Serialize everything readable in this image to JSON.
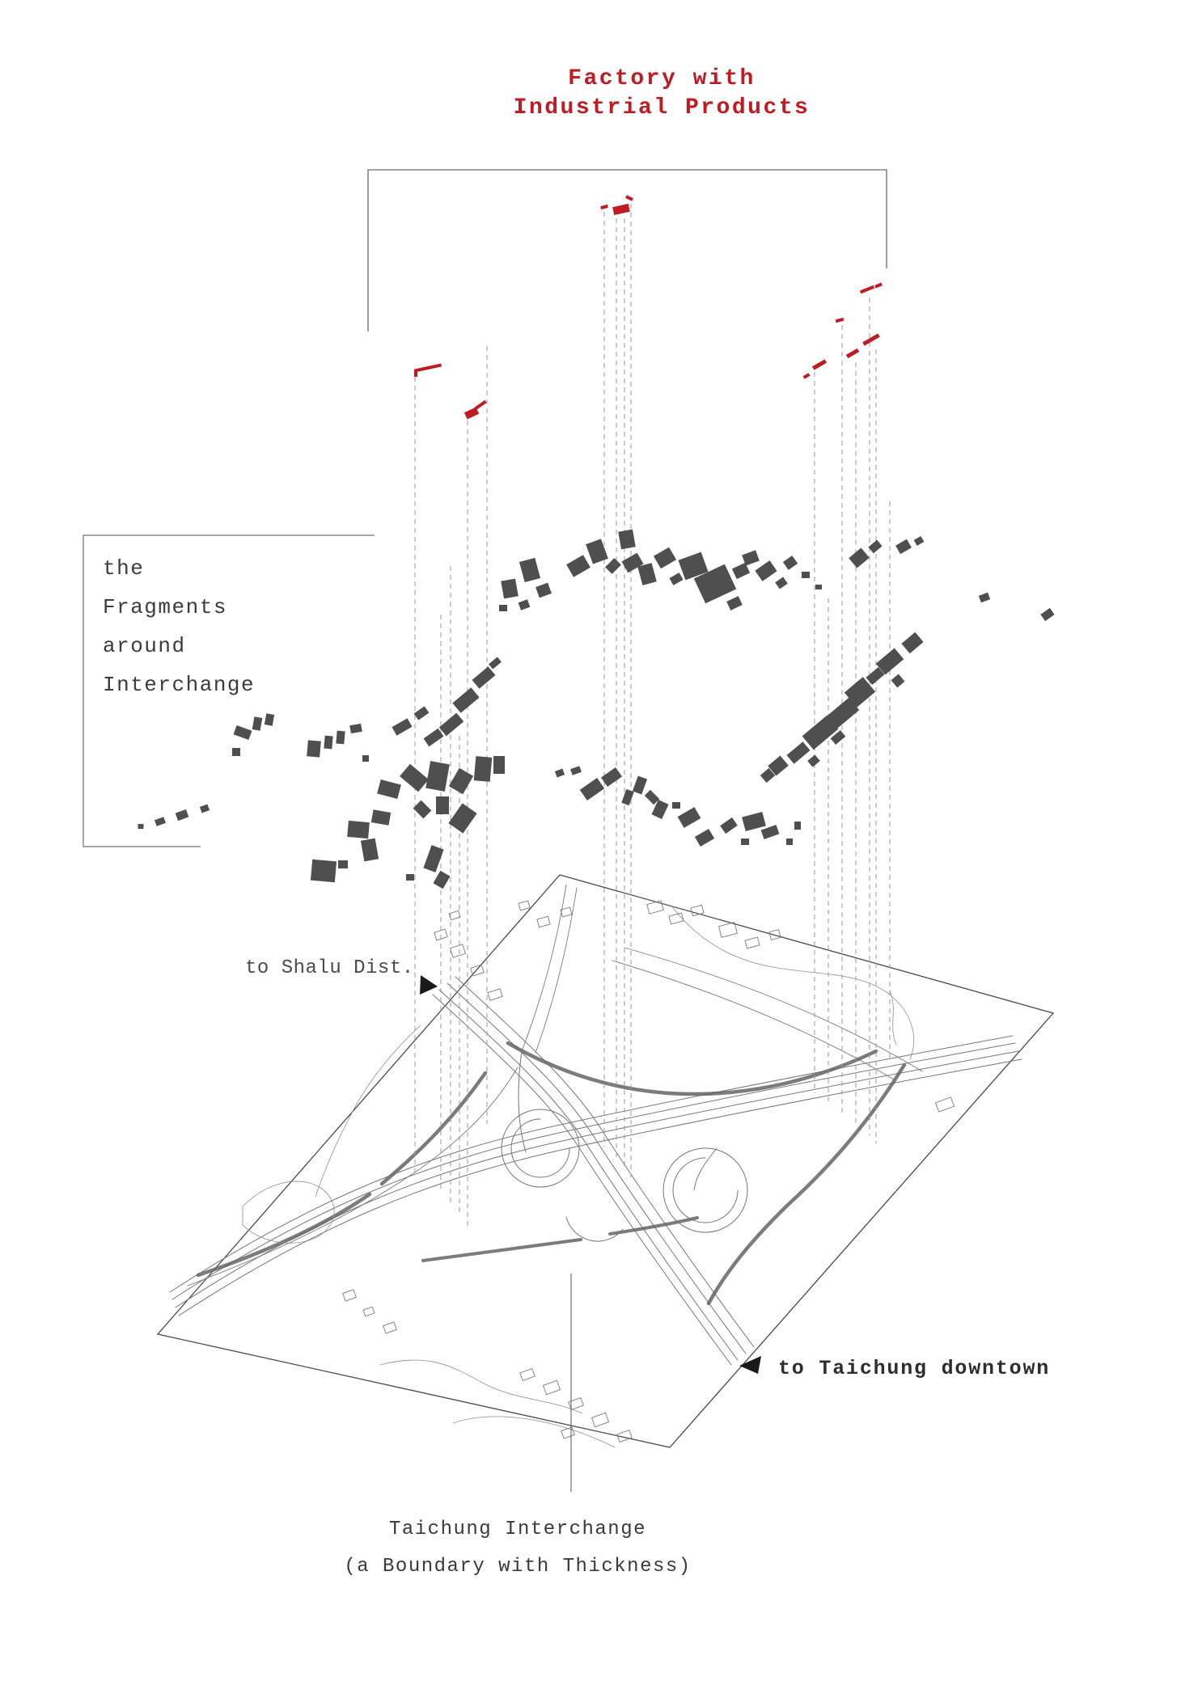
{
  "title": {
    "line1": "Factory with",
    "line2": "Industrial Products"
  },
  "left_label": {
    "lines": [
      "the",
      "Fragments",
      "around",
      "Interchange"
    ]
  },
  "map_labels": {
    "shalu": "to Shalu Dist.",
    "downtown": "to Taichung downtown"
  },
  "caption": {
    "line1": "Taichung Interchange",
    "line2": "(a Boundary with Thickness)"
  },
  "colors": {
    "red": "#bf1b23",
    "fragment": "#4f4f4f",
    "dash": "#9a9a9a",
    "map_line": "#6f6f6f",
    "map_thick": "#656565",
    "text": "#3c3c3c"
  },
  "diagram": {
    "red_marks": [
      [
        529,
        455,
        34,
        4,
        -12
      ],
      [
        514,
        462,
        4,
        8,
        0
      ],
      [
        583,
        511,
        16,
        9,
        -25
      ],
      [
        594,
        501,
        16,
        4,
        -35
      ],
      [
        747,
        256,
        9,
        4,
        -15
      ],
      [
        768,
        259,
        20,
        10,
        -12
      ],
      [
        778,
        245,
        9,
        4,
        25
      ],
      [
        1072,
        358,
        18,
        4,
        -22
      ],
      [
        1086,
        353,
        9,
        4,
        -22
      ],
      [
        1038,
        396,
        10,
        4,
        -15
      ],
      [
        1077,
        420,
        22,
        5,
        -30
      ],
      [
        1054,
        437,
        16,
        5,
        -30
      ],
      [
        1013,
        451,
        18,
        5,
        -30
      ],
      [
        997,
        465,
        8,
        4,
        -30
      ]
    ],
    "drop_lines": [
      [
        513,
        466,
        1452
      ],
      [
        545,
        760,
        1470
      ],
      [
        557,
        700,
        1488
      ],
      [
        568,
        910,
        1502
      ],
      [
        578,
        520,
        1516
      ],
      [
        602,
        428,
        1390
      ],
      [
        747,
        262,
        1418
      ],
      [
        762,
        270,
        1432
      ],
      [
        772,
        270,
        1444
      ],
      [
        780,
        252,
        1456
      ],
      [
        1007,
        460,
        1352
      ],
      [
        1024,
        740,
        1366
      ],
      [
        1041,
        402,
        1378
      ],
      [
        1058,
        448,
        1392
      ],
      [
        1075,
        368,
        1404
      ],
      [
        1083,
        432,
        1414
      ],
      [
        1100,
        620,
        1310
      ]
    ],
    "fragments": [
      [
        715,
        700,
        24,
        18,
        -30
      ],
      [
        738,
        682,
        20,
        26,
        -20
      ],
      [
        758,
        700,
        16,
        12,
        -45
      ],
      [
        775,
        667,
        18,
        22,
        -10
      ],
      [
        782,
        696,
        22,
        16,
        -30
      ],
      [
        800,
        710,
        18,
        24,
        -15
      ],
      [
        822,
        690,
        22,
        18,
        -30
      ],
      [
        836,
        716,
        14,
        10,
        -30
      ],
      [
        857,
        700,
        30,
        26,
        -20
      ],
      [
        884,
        722,
        42,
        34,
        -25
      ],
      [
        908,
        746,
        16,
        12,
        -25
      ],
      [
        916,
        706,
        18,
        14,
        -25
      ],
      [
        928,
        690,
        18,
        14,
        -20
      ],
      [
        947,
        706,
        22,
        16,
        -35
      ],
      [
        966,
        721,
        12,
        10,
        -35
      ],
      [
        977,
        696,
        14,
        12,
        -35
      ],
      [
        996,
        711,
        10,
        8,
        0
      ],
      [
        1012,
        726,
        8,
        6,
        0
      ],
      [
        1062,
        690,
        20,
        16,
        -40
      ],
      [
        1082,
        676,
        14,
        10,
        -40
      ],
      [
        1117,
        676,
        16,
        12,
        -30
      ],
      [
        1136,
        669,
        10,
        8,
        -30
      ],
      [
        1217,
        739,
        12,
        9,
        -20
      ],
      [
        1295,
        760,
        14,
        10,
        -35
      ],
      [
        1128,
        795,
        22,
        16,
        -40
      ],
      [
        1100,
        818,
        30,
        18,
        -40
      ],
      [
        1110,
        842,
        12,
        12,
        -40
      ],
      [
        1082,
        836,
        20,
        12,
        -40
      ],
      [
        1063,
        856,
        30,
        24,
        -40
      ],
      [
        1042,
        882,
        36,
        20,
        -40
      ],
      [
        1036,
        912,
        16,
        10,
        -40
      ],
      [
        1014,
        906,
        40,
        22,
        -40
      ],
      [
        1006,
        941,
        12,
        10,
        -40
      ],
      [
        987,
        931,
        26,
        14,
        -40
      ],
      [
        962,
        947,
        20,
        16,
        -40
      ],
      [
        949,
        959,
        14,
        12,
        -40
      ],
      [
        630,
        728,
        18,
        22,
        -10
      ],
      [
        655,
        705,
        20,
        26,
        -15
      ],
      [
        672,
        730,
        16,
        14,
        -20
      ],
      [
        648,
        748,
        12,
        10,
        -20
      ],
      [
        622,
        752,
        10,
        8,
        0
      ],
      [
        612,
        820,
        14,
        8,
        -40
      ],
      [
        598,
        838,
        26,
        14,
        -40
      ],
      [
        576,
        866,
        30,
        16,
        -40
      ],
      [
        558,
        896,
        28,
        14,
        -40
      ],
      [
        536,
        912,
        22,
        12,
        -35
      ],
      [
        497,
        899,
        22,
        12,
        -30
      ],
      [
        521,
        882,
        16,
        10,
        -35
      ],
      [
        300,
        906,
        20,
        12,
        20
      ],
      [
        318,
        895,
        10,
        16,
        10
      ],
      [
        333,
        890,
        10,
        14,
        10
      ],
      [
        292,
        930,
        10,
        10,
        0
      ],
      [
        388,
        926,
        16,
        20,
        5
      ],
      [
        406,
        918,
        10,
        16,
        5
      ],
      [
        421,
        912,
        10,
        16,
        5
      ],
      [
        440,
        901,
        14,
        10,
        -10
      ],
      [
        452,
        938,
        8,
        8,
        0
      ],
      [
        198,
        1016,
        12,
        8,
        -20
      ],
      [
        225,
        1008,
        14,
        10,
        -20
      ],
      [
        253,
        1000,
        10,
        8,
        -20
      ],
      [
        174,
        1022,
        7,
        6,
        0
      ],
      [
        481,
        976,
        26,
        18,
        15
      ],
      [
        512,
        962,
        30,
        20,
        40
      ],
      [
        541,
        960,
        24,
        34,
        10
      ],
      [
        570,
        966,
        20,
        26,
        30
      ],
      [
        547,
        996,
        16,
        22,
        0
      ],
      [
        522,
        1001,
        18,
        14,
        45
      ],
      [
        572,
        1012,
        22,
        30,
        35
      ],
      [
        597,
        951,
        20,
        30,
        5
      ],
      [
        617,
        946,
        14,
        22,
        0
      ],
      [
        471,
        1011,
        22,
        16,
        10
      ],
      [
        443,
        1026,
        26,
        20,
        5
      ],
      [
        457,
        1051,
        18,
        26,
        -10
      ],
      [
        536,
        1062,
        16,
        30,
        20
      ],
      [
        546,
        1088,
        14,
        18,
        30
      ],
      [
        400,
        1077,
        30,
        26,
        5
      ],
      [
        424,
        1069,
        12,
        10,
        0
      ],
      [
        507,
        1085,
        10,
        8,
        0
      ],
      [
        692,
        956,
        10,
        8,
        -20
      ],
      [
        712,
        953,
        12,
        8,
        -20
      ],
      [
        732,
        976,
        26,
        16,
        -35
      ],
      [
        756,
        961,
        22,
        14,
        -35
      ],
      [
        776,
        986,
        10,
        18,
        20
      ],
      [
        791,
        971,
        12,
        20,
        20
      ],
      [
        806,
        986,
        16,
        10,
        45
      ],
      [
        816,
        1001,
        14,
        20,
        25
      ],
      [
        836,
        996,
        10,
        8,
        0
      ],
      [
        852,
        1011,
        24,
        16,
        -30
      ],
      [
        871,
        1036,
        20,
        14,
        -30
      ],
      [
        901,
        1021,
        18,
        12,
        -35
      ],
      [
        921,
        1041,
        10,
        8,
        0
      ],
      [
        932,
        1016,
        26,
        18,
        -15
      ],
      [
        952,
        1029,
        20,
        12,
        -20
      ],
      [
        976,
        1041,
        8,
        8,
        0
      ],
      [
        986,
        1021,
        8,
        10,
        0
      ]
    ],
    "map_buildings": [
      [
        810,
        1122,
        18,
        12,
        -15
      ],
      [
        836,
        1136,
        16,
        10,
        -15
      ],
      [
        862,
        1126,
        14,
        10,
        -15
      ],
      [
        900,
        1150,
        20,
        14,
        -15
      ],
      [
        930,
        1166,
        16,
        10,
        -15
      ],
      [
        958,
        1156,
        12,
        10,
        -15
      ],
      [
        648,
        1120,
        12,
        9,
        -15
      ],
      [
        672,
        1140,
        14,
        10,
        -15
      ],
      [
        700,
        1128,
        12,
        9,
        -15
      ],
      [
        545,
        1156,
        14,
        10,
        -18
      ],
      [
        566,
        1176,
        16,
        12,
        -18
      ],
      [
        590,
        1200,
        14,
        10,
        -18
      ],
      [
        612,
        1230,
        16,
        10,
        -18
      ],
      [
        562,
        1132,
        12,
        8,
        -18
      ],
      [
        652,
        1700,
        16,
        10,
        -20
      ],
      [
        682,
        1716,
        18,
        12,
        -20
      ],
      [
        712,
        1736,
        16,
        10,
        -20
      ],
      [
        742,
        1756,
        18,
        12,
        -20
      ],
      [
        772,
        1776,
        16,
        10,
        -20
      ],
      [
        702,
        1772,
        14,
        10,
        -20
      ],
      [
        432,
        1602,
        14,
        10,
        -20
      ],
      [
        456,
        1622,
        12,
        8,
        -20
      ],
      [
        482,
        1642,
        14,
        10,
        -20
      ],
      [
        1168,
        1366,
        20,
        12,
        -20
      ]
    ]
  }
}
